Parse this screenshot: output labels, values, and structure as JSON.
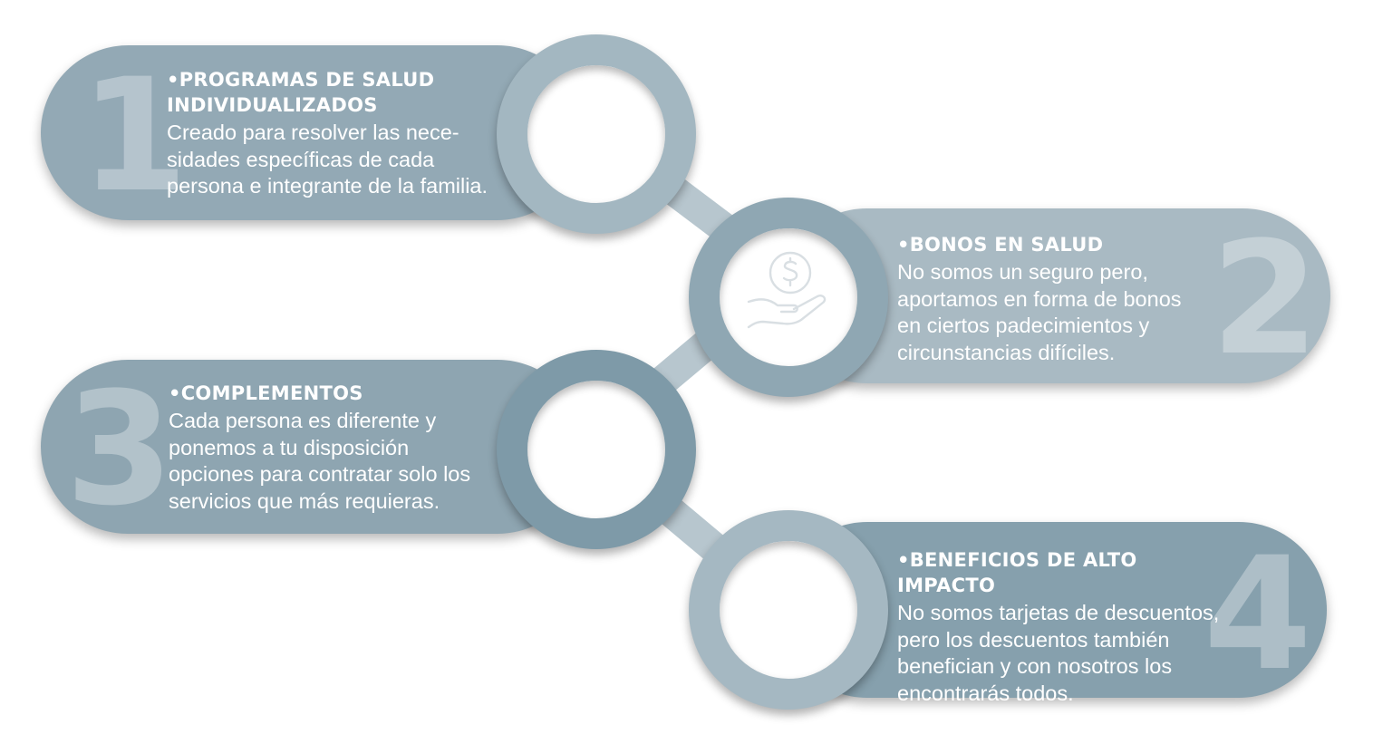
{
  "steps": [
    {
      "number": "1",
      "title_lines": [
        "•PROGRAMAS DE SALUD",
        "INDIVIDUALIZADOS"
      ],
      "description_lines": [
        "Creado para resolver las nece-",
        "sidades específicas de cada",
        "persona e integrante de la familia."
      ],
      "color": "#93a9b5",
      "icon": "empty-ring-icon"
    },
    {
      "number": "2",
      "title_lines": [
        "•BONOS EN SALUD"
      ],
      "description_lines": [
        "No somos un seguro pero,",
        "aportamos en forma de bonos",
        "en ciertos padecimientos y",
        "circunstancias difíciles."
      ],
      "color": "#a9bac3",
      "icon": "hand-holding-dollar-icon"
    },
    {
      "number": "3",
      "title_lines": [
        "•COMPLEMENTOS"
      ],
      "description_lines": [
        "Cada persona es diferente y",
        "ponemos a tu disposición",
        "opciones para contratar solo los",
        "servicios que más requieras."
      ],
      "color": "#8ea5b1",
      "icon": "empty-ring-icon"
    },
    {
      "number": "4",
      "title_lines": [
        "•BENEFICIOS DE ALTO IMPACTO"
      ],
      "description_lines": [
        "No somos tarjetas de descuentos,",
        "pero los descuentos también",
        "benefician y con nosotros los",
        "encontrarás todos."
      ],
      "color": "#86a0ad",
      "icon": "empty-ring-icon"
    }
  ],
  "colors": {
    "ring_1": "#a3b7c1",
    "ring_2": "#8fa7b3",
    "ring_3": "#7e9aa8",
    "ring_4": "#a5b8c2",
    "connector": "#b7c6ce",
    "icon_stroke": "#d9dfe3"
  }
}
